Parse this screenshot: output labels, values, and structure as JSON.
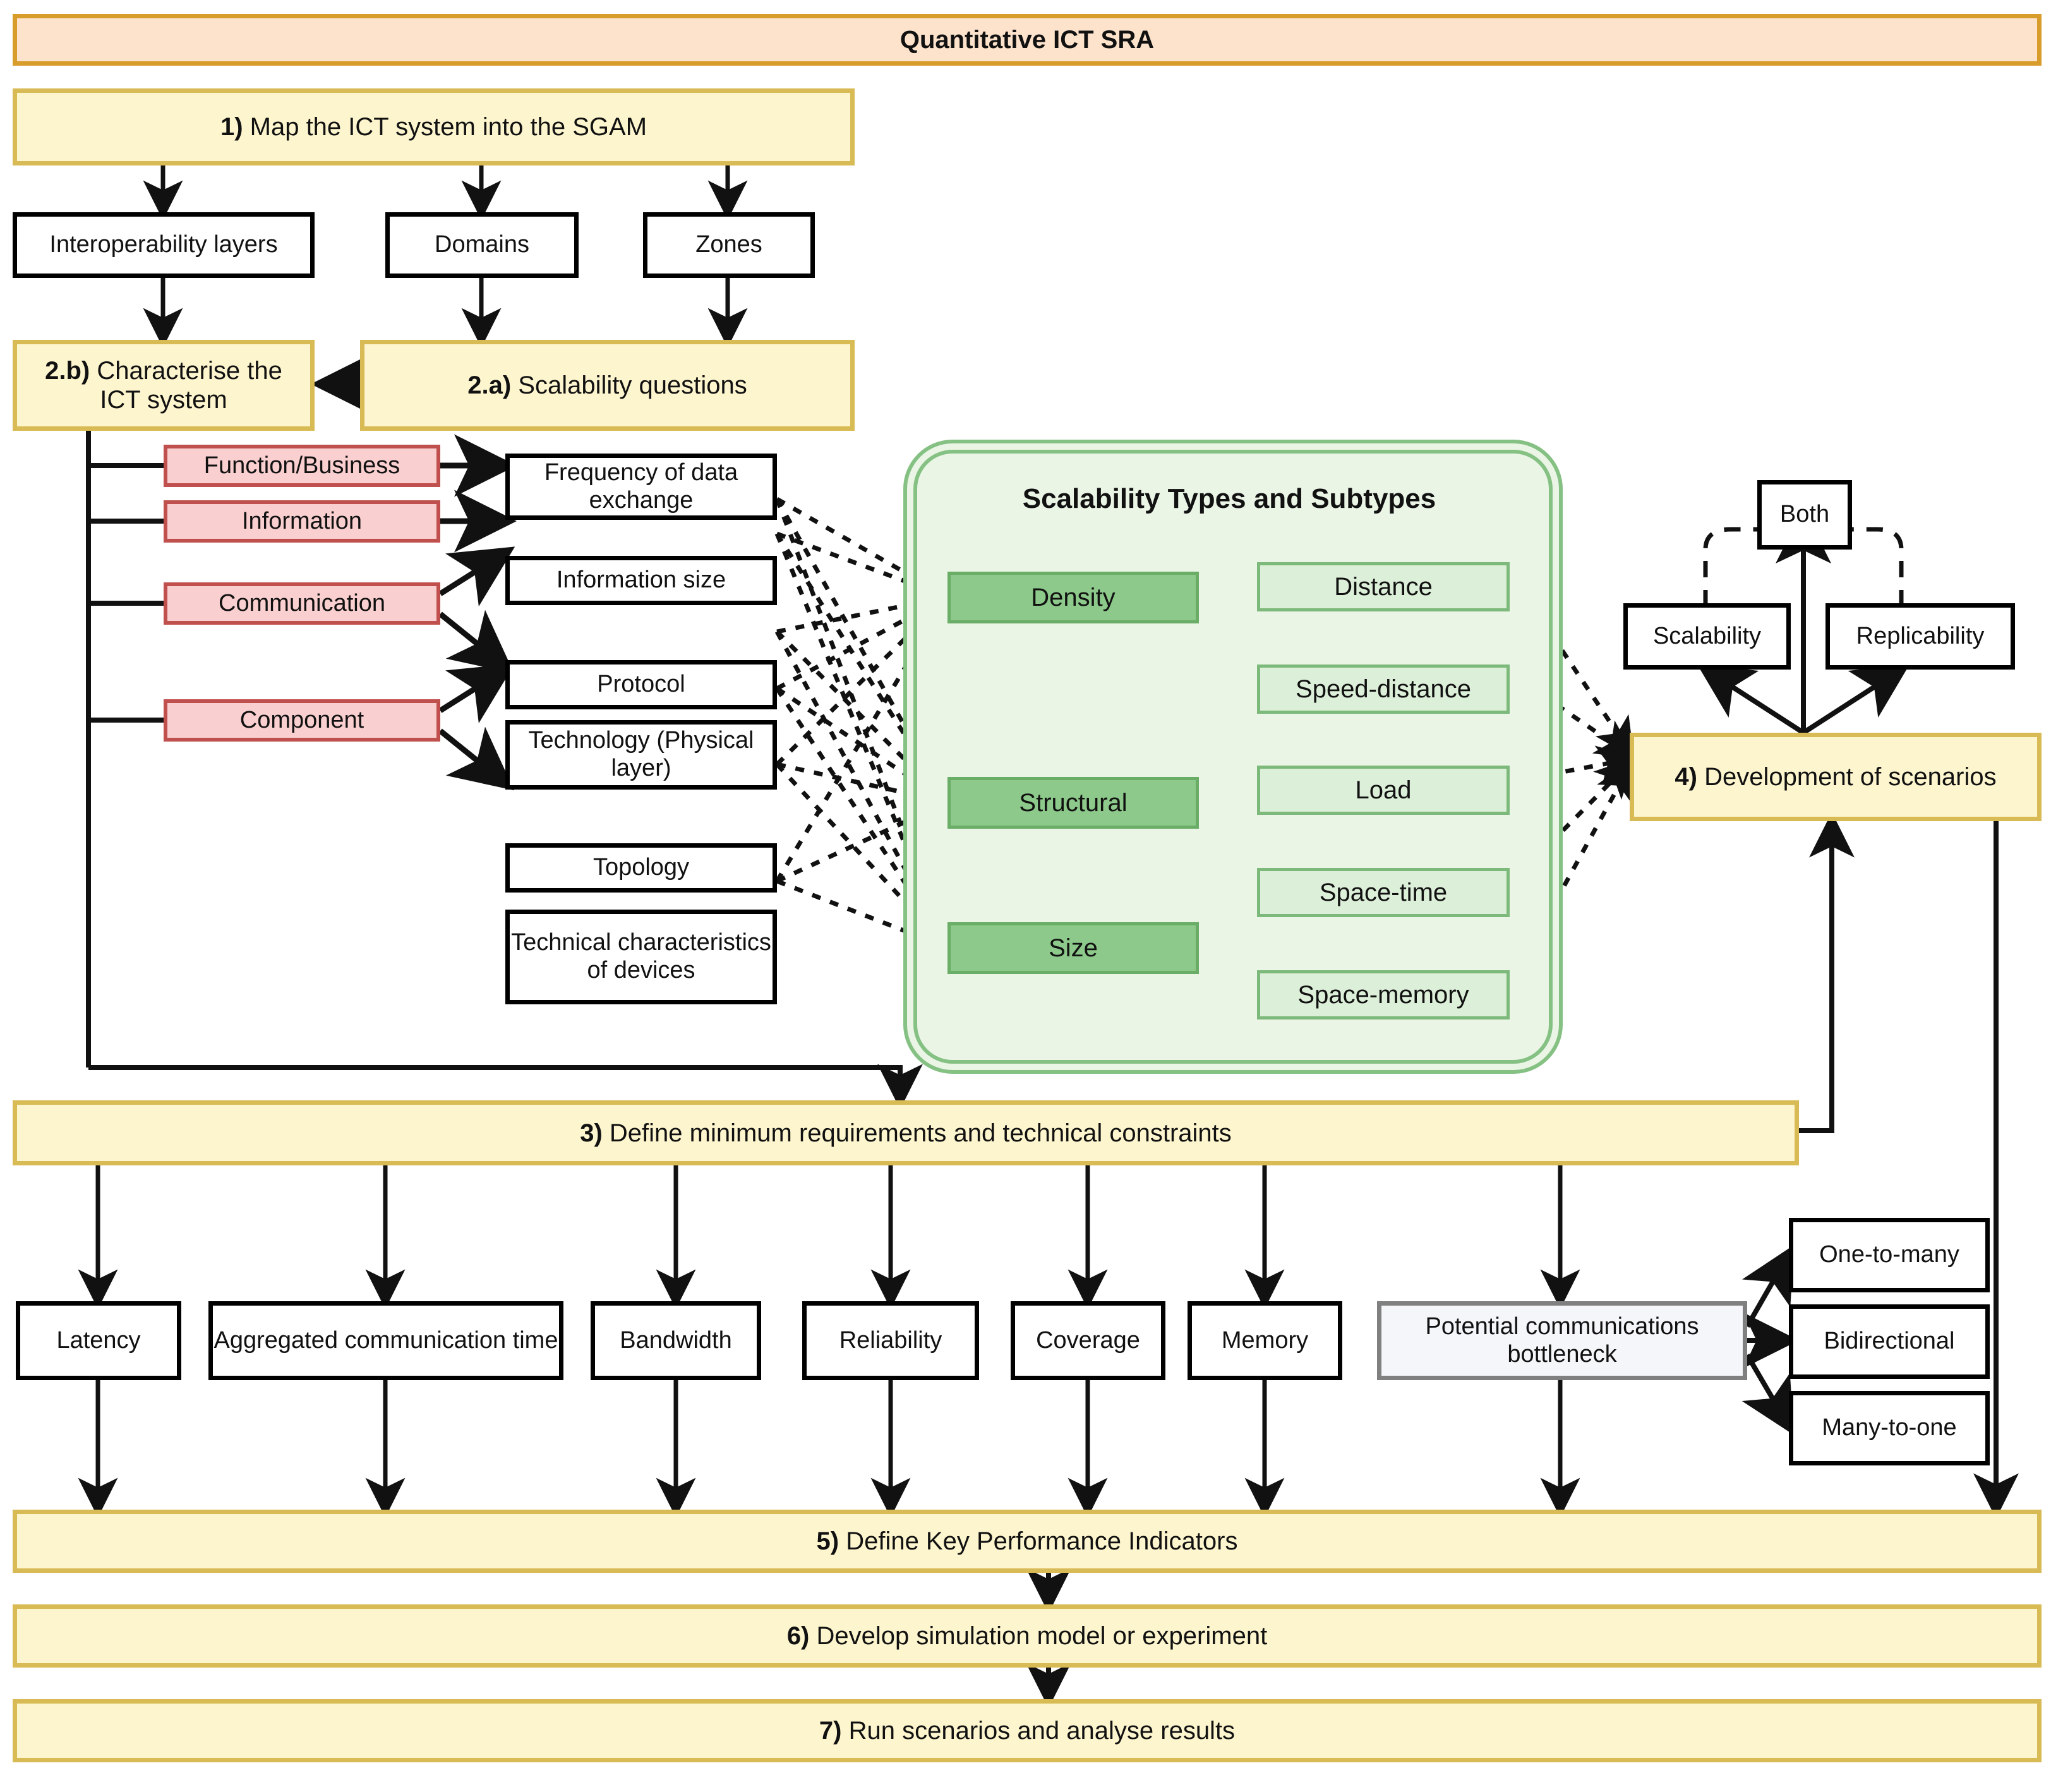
{
  "header": {
    "title": "Quantitative ICT SRA"
  },
  "steps": {
    "s1": "1) Map the ICT system into the SGAM",
    "s2a": "2.a) Scalability questions",
    "s2b": "2.b) Characterise the ICT system",
    "s2b_line1": "2.b) Characterise the",
    "s2b_line2": "ICT system",
    "s3": "3) Define minimum requirements and technical constraints",
    "s4": "4) Development of scenarios",
    "s5": "5) Define Key Performance Indicators",
    "s6": "6) Develop simulation model or experiment",
    "s7": "7) Run scenarios and analyse results"
  },
  "sgam": {
    "interoperability_layers": "Interoperability layers",
    "domains": "Domains",
    "zones": "Zones"
  },
  "layers": [
    {
      "name": "Function/Business"
    },
    {
      "name": "Information"
    },
    {
      "name": "Communication"
    },
    {
      "name": "Component"
    }
  ],
  "characteristics": [
    {
      "label": "Frequency of data exchange"
    },
    {
      "label": "Information size"
    },
    {
      "label": "Protocol"
    },
    {
      "label": "Technology (Physical layer)"
    },
    {
      "label": "Topology"
    },
    {
      "label": "Technical characteristics of devices"
    }
  ],
  "scalability_panel": {
    "title": "Scalability Types and Subtypes",
    "types": [
      "Density",
      "Structural",
      "Size"
    ],
    "subtypes": [
      "Distance",
      "Speed-distance",
      "Load",
      "Space-time",
      "Space-memory"
    ]
  },
  "scenario_kinds": {
    "both": "Both",
    "scalability": "Scalability",
    "replicability": "Replicability"
  },
  "requirements": [
    {
      "label": "Latency"
    },
    {
      "label": "Aggregated communication time"
    },
    {
      "label": "Bandwidth"
    },
    {
      "label": "Reliability"
    },
    {
      "label": "Coverage"
    },
    {
      "label": "Memory"
    },
    {
      "label": "Potential  communications bottleneck"
    }
  ],
  "bottleneck_kinds": [
    "One-to-many",
    "Bidirectional",
    "Many-to-one"
  ],
  "colors": {
    "header_fill": "#fde3cb",
    "header_border": "#d89c2a",
    "step_fill": "#fdf5ce",
    "step_border": "#d8bb54",
    "pink_fill": "#f9cfcf",
    "pink_border": "#c0504d",
    "green_type_fill": "#8dc98a",
    "green_subtype_fill": "#dcefd8",
    "green_panel_fill": "#eaf5e6",
    "green_panel_border": "#86c184",
    "grey_border": "#808080"
  }
}
